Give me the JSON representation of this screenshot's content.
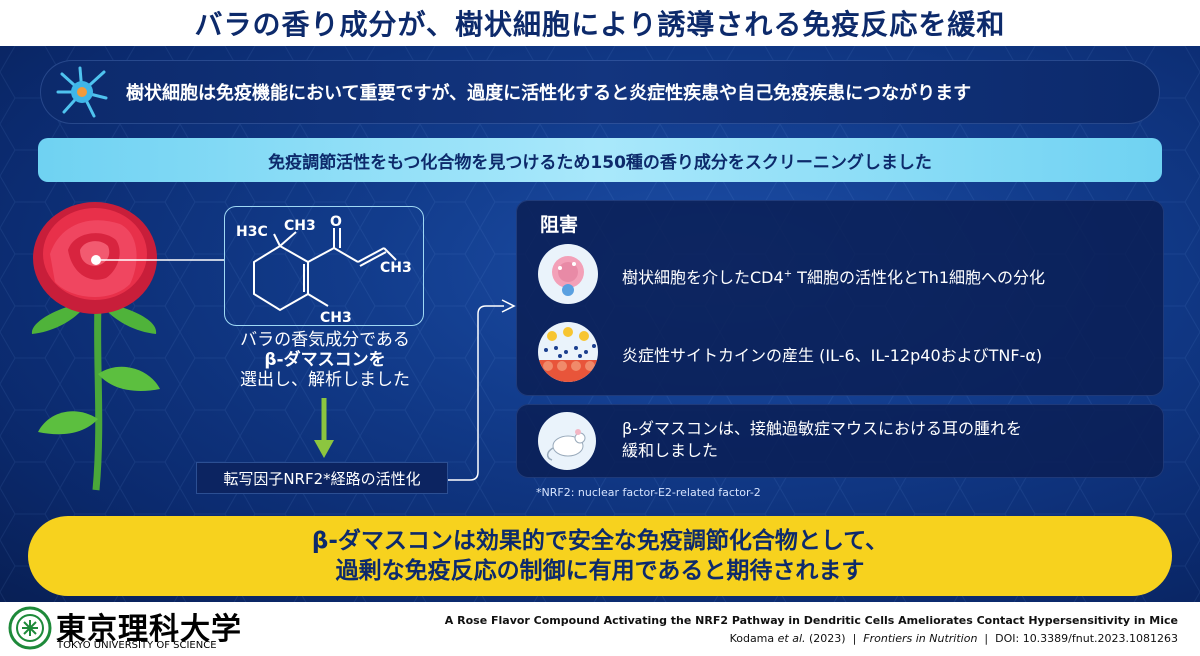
{
  "header": {
    "title": "バラの香り成分が、樹状細胞により誘導される免疫反応を緩和"
  },
  "intro": {
    "text": "樹状細胞は免疫機能において重要ですが、過度に活性化すると炎症性疾患や自己免疫疾患につながります"
  },
  "screening": {
    "text": "免疫調節活性をもつ化合物を見つけるため150種の香り成分をスクリーニングしました"
  },
  "structure": {
    "labels": {
      "h3c": "H3C",
      "ch3_top": "CH3",
      "o": "O",
      "ch3_right": "CH3",
      "ch3_bottom": "CH3"
    }
  },
  "compound_description": {
    "lines": [
      "バラの香気成分である",
      "β-ダマスコンを",
      "選出し、解析しました"
    ]
  },
  "pathway": {
    "text": "転写因子NRF2*経路の活性化"
  },
  "inhibition": {
    "title": "阻害",
    "items": [
      {
        "prefix": "樹状細胞を介したCD4",
        "sup": "+",
        "suffix": " T細胞の活性化とTh1細胞への分化"
      },
      {
        "text": "炎症性サイトカインの産生 (IL-6、IL-12p40およびTNF-α)"
      }
    ]
  },
  "mouse_result": {
    "lines": [
      "β-ダマスコンは、接触過敏症マウスにおける耳の腫れを",
      "緩和しました"
    ]
  },
  "footnote": "*NRF2: nuclear factor-E2-related factor-2",
  "conclusion": {
    "lines": [
      "β-ダマスコンは効果的で安全な免疫調節化合物として、",
      "過剰な免疫反応の制御に有用であると期待されます"
    ]
  },
  "footer": {
    "university_jp": "東京理科大学",
    "university_en": "TOKYO UNIVERSITY OF SCIENCE",
    "paper_title": "A Rose Flavor Compound Activating the NRF2 Pathway in Dendritic Cells Ameliorates Contact Hypersensitivity in Mice",
    "authors": "Kodama ",
    "et_al": "et al.",
    "year": " (2023)  |  ",
    "journal": "Frontiers in Nutrition",
    "doi": "  |  DOI: 10.3389/fnut.2023.1081263"
  },
  "colors": {
    "title": "#0d2a6b",
    "accent_cyan": "#8ee0f8",
    "banner_yellow": "#f7d21e",
    "arrow_green": "#8cc63f",
    "rose_red": "#e8304a"
  }
}
